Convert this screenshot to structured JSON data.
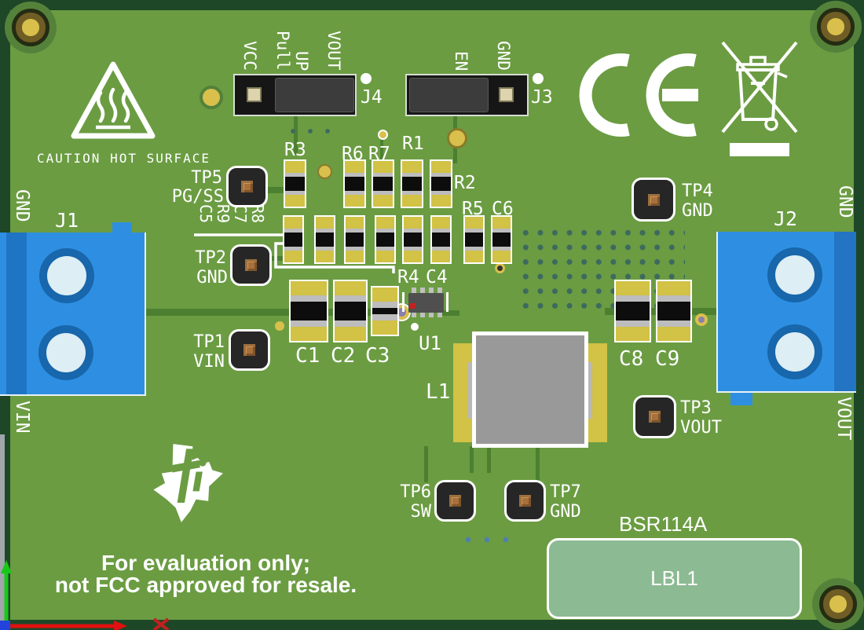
{
  "labels": {
    "caution": "CAUTION HOT SURFACE",
    "eval_line1": "For evaluation only;",
    "eval_line2": "not FCC approved for resale.",
    "board_id": "BSR114A",
    "label_area": "LBL1"
  },
  "jumpers": {
    "j4": {
      "ref": "J4",
      "pins": [
        "VCC",
        "Pull",
        "UP",
        "VOUT"
      ]
    },
    "j3": {
      "ref": "J3",
      "pins": [
        "EN",
        "GND"
      ]
    }
  },
  "connectors": {
    "j1": {
      "ref": "J1",
      "upper": "GND",
      "lower": "VIN"
    },
    "j2": {
      "ref": "J2",
      "upper": "GND",
      "lower": "VOUT"
    }
  },
  "testpoints": {
    "tp1": {
      "ref": "TP1",
      "signal": "VIN"
    },
    "tp2": {
      "ref": "TP2",
      "signal": "GND"
    },
    "tp3": {
      "ref": "TP3",
      "signal": "VOUT"
    },
    "tp4": {
      "ref": "TP4",
      "signal": "GND"
    },
    "tp5": {
      "ref": "TP5",
      "signal": "PG/SS"
    },
    "tp6": {
      "ref": "TP6",
      "signal": "SW"
    },
    "tp7": {
      "ref": "TP7",
      "signal": "GND"
    }
  },
  "refdes": {
    "r1": "R1",
    "r2": "R2",
    "r3": "R3",
    "r4": "R4",
    "r5": "R5",
    "r6": "R6",
    "r7": "R7",
    "r8": "R8",
    "r9": "R9",
    "c1": "C1",
    "c2": "C2",
    "c3": "C3",
    "c4": "C4",
    "c5": "C5",
    "c6": "C6",
    "c7": "C7",
    "c8": "C8",
    "c9": "C9",
    "u1": "U1",
    "l1": "L1"
  },
  "colors": {
    "board": "#6b9c42",
    "edge": "#1d4727",
    "trace": "#4c8030",
    "pad": "#d2c245",
    "conn": "#2e8fe2",
    "conn-ring": "#1866ab",
    "tp": "#262626",
    "copper": "#a8703a",
    "via": "#d9c04c",
    "dots": "#3d6a5e",
    "label-fill": "#8cba92"
  }
}
